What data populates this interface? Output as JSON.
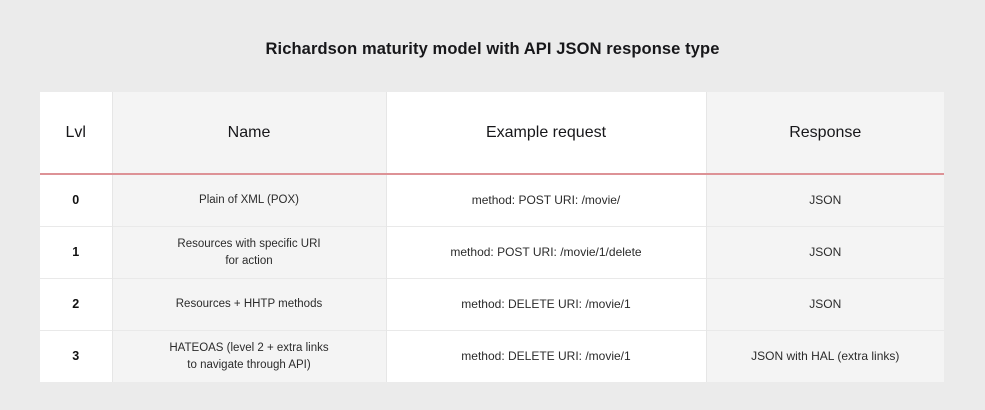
{
  "page": {
    "title": "Richardson maturity model with API JSON response type",
    "background_color": "#ebebeb",
    "accent_color": "#dd9296"
  },
  "table": {
    "columns": [
      {
        "key": "lvl",
        "label": "Lvl",
        "background": "#ffffff"
      },
      {
        "key": "name",
        "label": "Name",
        "background": "#f4f4f4"
      },
      {
        "key": "example",
        "label": "Example request",
        "background": "#ffffff"
      },
      {
        "key": "response",
        "label": "Response",
        "background": "#f4f4f4"
      }
    ],
    "rows": [
      {
        "lvl": "0",
        "name_line1": "Plain of XML (POX)",
        "name_line2": "",
        "example": "method: POST URI: /movie/",
        "response": "JSON"
      },
      {
        "lvl": "1",
        "name_line1": "Resources with specific URI",
        "name_line2": "for action",
        "example": "method: POST URI: /movie/1/delete",
        "response": "JSON"
      },
      {
        "lvl": "2",
        "name_line1": "Resources + HHTP methods",
        "name_line2": "",
        "example": "method: DELETE URI: /movie/1",
        "response": "JSON"
      },
      {
        "lvl": "3",
        "name_line1": "HATEOAS (level 2 + extra links",
        "name_line2": "to navigate through API)",
        "example": "method: DELETE URI: /movie/1",
        "response": "JSON with HAL (extra links)"
      }
    ]
  }
}
